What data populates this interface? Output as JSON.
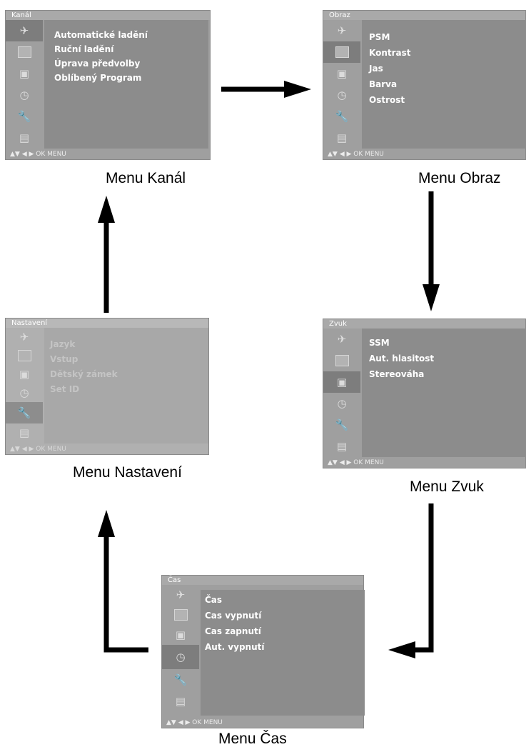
{
  "screens": {
    "kanal": {
      "title": "Kanál",
      "items": [
        "Automatické ladění",
        "Ruční ladění",
        "Úprava předvolby",
        "Oblíbený Program"
      ],
      "footer": "▲▼ ◀ ▶ OK MENU",
      "caption": "Menu Kanál"
    },
    "obraz": {
      "title": "Obraz",
      "items": [
        "PSM",
        "Kontrast",
        "Jas",
        "Barva",
        "Ostrost"
      ],
      "footer": "▲▼ ◀ ▶ OK MENU",
      "caption": "Menu Obraz"
    },
    "nastaveni": {
      "title": "Nastavení",
      "items": [
        "Jazyk",
        "Vstup",
        "Dětský zámek",
        "Set ID"
      ],
      "footer": "▲▼ ◀ ▶ OK MENU",
      "caption": "Menu Nastavení"
    },
    "zvuk": {
      "title": "Zvuk",
      "items": [
        "SSM",
        "Aut. hlasitost",
        "Stereováha"
      ],
      "footer": "▲▼ ◀ ▶ OK MENU",
      "caption": "Menu Zvuk"
    },
    "cas": {
      "title": "Čas",
      "items": [
        "Čas",
        "Cas vypnutí",
        "Cas zapnutí",
        "Aut. vypnutí"
      ],
      "footer": "▲▼ ◀ ▶ OK MENU",
      "caption": "Menu Čas"
    }
  },
  "icons": [
    "satellite-icon",
    "picture-icon",
    "speaker-icon",
    "clock-icon",
    "wrench-icon",
    "lock-icon"
  ]
}
